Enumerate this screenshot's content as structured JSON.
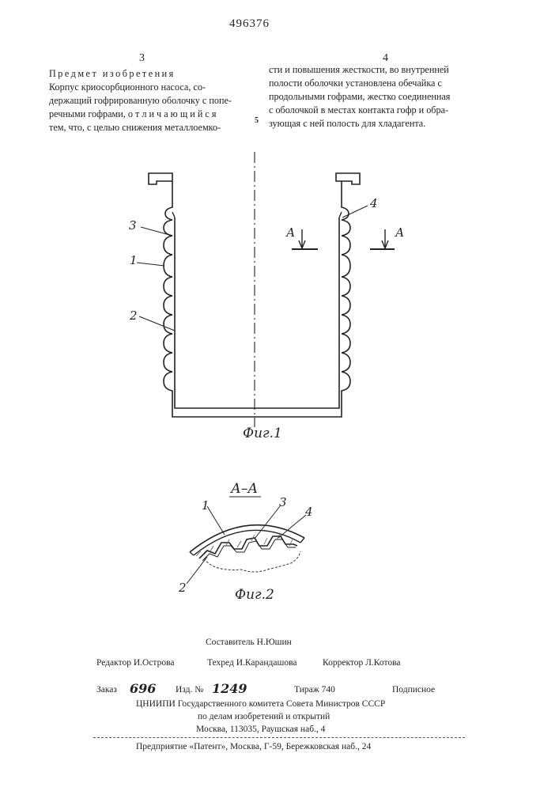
{
  "header": {
    "patent_number": "496376",
    "left_column_number": "3",
    "right_column_number": "4",
    "line_marker": "5"
  },
  "left_column": {
    "heading": "Предмет изобретения",
    "lines": [
      "Корпус криосорбционного насоса,    со-",
      "держащий гофрированную оболочку с попе-",
      "речными гофрами, о т л и ч а ю щ и й с я",
      "тем, что, с целью снижения металлоемко-"
    ]
  },
  "right_column": {
    "lines": [
      "сти и повышения жесткости, во внутренней",
      "полости оболочки установлена обечайка с",
      "продольными гофрами, жестко соединенная",
      "с оболочкой в местах контакта гофр и обра-",
      "зующая с ней полость для хладагента."
    ]
  },
  "figure1": {
    "caption": "Фиг.1",
    "section_marker": "А",
    "callouts": [
      "3",
      "1",
      "2",
      "4"
    ]
  },
  "figure2": {
    "title": "А–А",
    "caption": "Фиг.2",
    "callouts": [
      "1",
      "3",
      "4",
      "2"
    ]
  },
  "footer": {
    "compiler": "Составитель  Н.Юшин",
    "editor": "Редактор И.Острова",
    "techred": "Техред И.Карандашова",
    "corrector": "Корректор Л.Котова",
    "order_label": "Заказ",
    "order_value": "696",
    "izd_label": "Изд. №",
    "izd_value": "1249",
    "tirazh": "Тираж   740",
    "podpisnoe": "Подписное",
    "org1": "ЦНИИПИ Государственного комитета Совета  Министров СССР",
    "org2": "по делам изобретений и открытий",
    "address": "Москва, 113035, Раушская наб., 4",
    "enterprise": "Предприятие «Патент», Москва, Г-59, Бережковская наб., 24"
  }
}
